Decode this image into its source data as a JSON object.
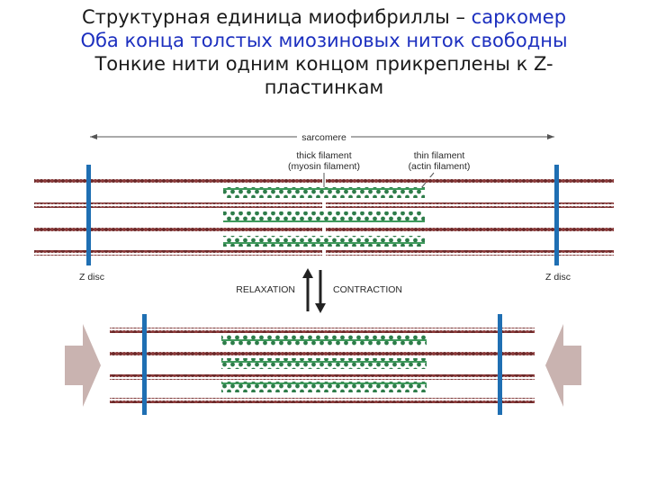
{
  "header": {
    "line1_prefix": "Структурная единица миофибриллы – ",
    "line1_highlight": "саркомер",
    "line2": "Оба конца толстых миозиновых ниток свободны",
    "line3": "Тонкие нити одним концом прикреплены к Z-",
    "line4": "пластинкам"
  },
  "diagram": {
    "sarcomere_label": "sarcomere",
    "thick_label_1": "thick filament",
    "thick_label_2": "(myosin filament)",
    "thin_label_1": "thin filament",
    "thin_label_2": "(actin filament)",
    "zdisc_left": "Z disc",
    "zdisc_right": "Z disc",
    "relaxation": "RELAXATION",
    "contraction": "CONTRACTION"
  },
  "colors": {
    "zdisc": "#1f6fb3",
    "actin": "#8a3a3a",
    "myosin": "#2e7d4a",
    "arrow_gray": "#c9b3b0"
  }
}
